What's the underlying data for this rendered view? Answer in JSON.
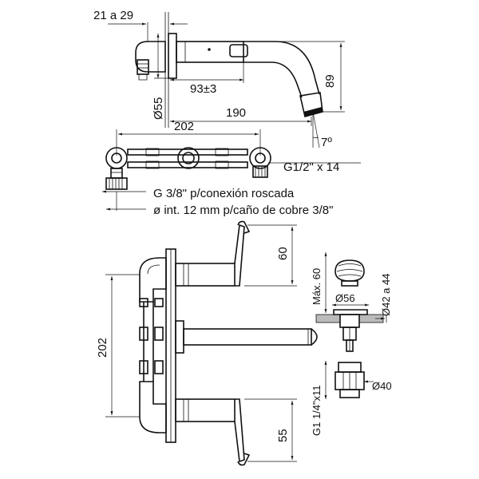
{
  "top_view": {
    "dim_depth_range": "21 a 29",
    "dim_93": "93±3",
    "dim_89": "89",
    "dim_55_diam": "Ø55",
    "dim_190": "190",
    "angle": "7º"
  },
  "manifold_view": {
    "dim_202": "202",
    "outlet_thread": "G1/2\" x 14",
    "note_thread": "G 3/8\" p/conexión roscada",
    "note_pipe": "ø int. 12 mm p/caño de cobre 3/8\""
  },
  "front_view": {
    "dim_60": "60",
    "dim_202": "202",
    "dim_55": "55"
  },
  "drain_view": {
    "dim_max60": "Máx. 60",
    "dim_56": "Ø56",
    "dim_42a44": "Ø42 a 44",
    "dim_thread": "G1 1/4\"x11",
    "dim_40": "Ø40"
  }
}
